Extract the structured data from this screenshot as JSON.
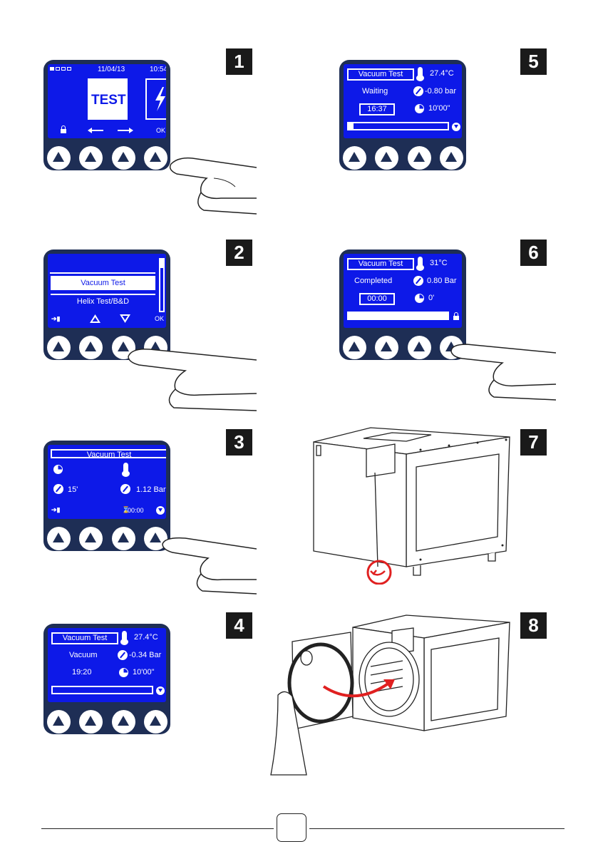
{
  "steps": [
    "1",
    "2",
    "3",
    "4",
    "5",
    "6",
    "7",
    "8"
  ],
  "s1": {
    "date": "11/04/13",
    "time": "10:54",
    "test_label": "TEST",
    "ok": "OK"
  },
  "s2": {
    "item1": "Vacuum Test",
    "item2": "Helix Test/B&D",
    "ok": "OK"
  },
  "s3": {
    "title": "Vacuum Test",
    "duration": "15'",
    "pressure": "1.12 Bar",
    "timer": "00:00"
  },
  "s4": {
    "title": "Vacuum Test",
    "temp": "27.4°C",
    "phase": "Vacuum",
    "pressure": "-0.34 Bar",
    "clock": "19:20",
    "duration": "10'00\"",
    "progress": 0.0
  },
  "s5": {
    "title": "Vacuum Test",
    "temp": "27.4°C",
    "phase": "Waiting",
    "pressure": "-0.80 bar",
    "clock": "16:37",
    "duration": "10'00\"",
    "progress": 0.05
  },
  "s6": {
    "title": "Vacuum Test",
    "temp": "31°C",
    "phase": "Completed",
    "pressure": "0.80 Bar",
    "clock": "00:00",
    "duration": "0'",
    "progress": 1.0
  },
  "colors": {
    "screen": "#0d19e8",
    "panel": "#1e2e55",
    "arrow_red": "#e02020"
  },
  "icons": [
    "thermometer-icon",
    "gauge-icon",
    "clock-icon",
    "lock-icon",
    "chevron-down-icon",
    "exit-icon",
    "hourglass-icon"
  ]
}
